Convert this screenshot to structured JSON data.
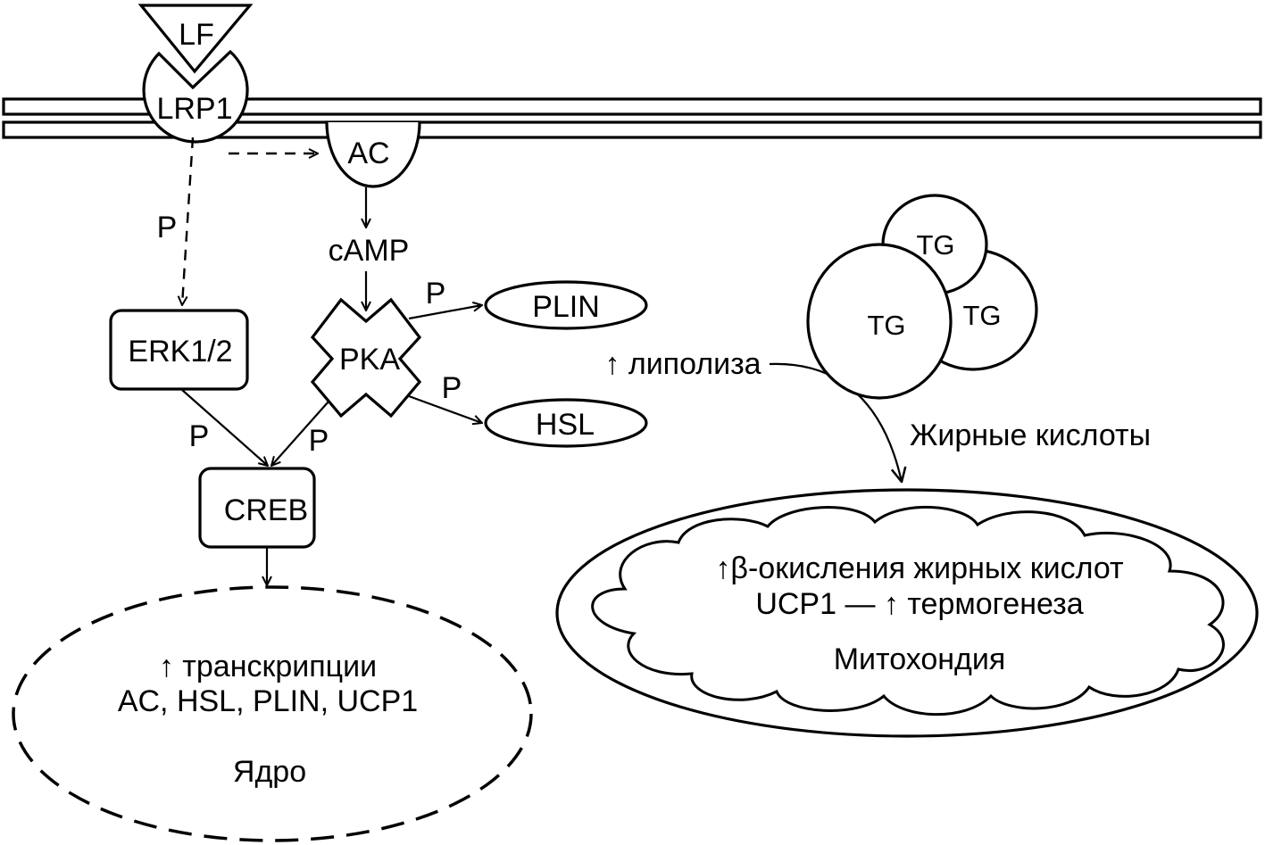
{
  "diagram": {
    "ligand": {
      "label": "LF"
    },
    "receptor": {
      "label": "LRP1"
    },
    "adenylate_cyclase": {
      "label": "AC"
    },
    "camp": {
      "label": "cAMP"
    },
    "pka": {
      "label": "PKA"
    },
    "erk": {
      "label": "ERK1/2"
    },
    "creb": {
      "label": "CREB"
    },
    "plin": {
      "label": "PLIN"
    },
    "hsl": {
      "label": "HSL"
    },
    "phospho_labels": {
      "lrp1_erk": "P",
      "pka_plin": "P",
      "pka_hsl": "P",
      "erk_creb": "P",
      "pka_creb": "P"
    },
    "lipolysis": {
      "label": "↑ липолиза"
    },
    "triglycerides": [
      "TG",
      "TG",
      "TG"
    ],
    "fatty_acids": {
      "label": "Жирные кислоты"
    },
    "mitochondrion": {
      "line1": "↑β-окисления жирных кислот",
      "line2": "UCP1 — ↑ термогенеза",
      "name": "Митохондия"
    },
    "nucleus": {
      "line1": "↑ транскрипции",
      "line2": "AC, HSL, PLIN, UCP1",
      "name": "Ядро"
    }
  }
}
